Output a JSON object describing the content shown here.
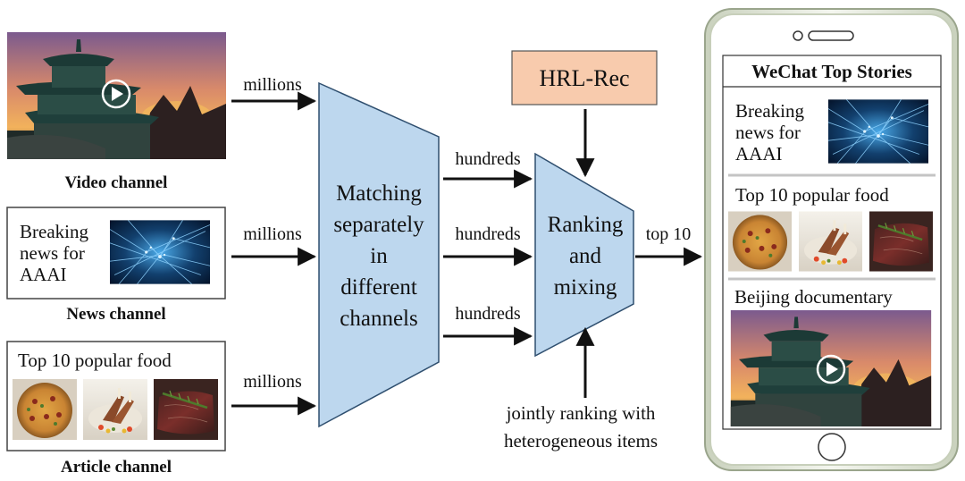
{
  "channels": {
    "video": {
      "label": "Video channel"
    },
    "news": {
      "label": "News channel",
      "card_text": [
        "Breaking",
        "news for",
        "AAAI"
      ]
    },
    "article": {
      "label": "Article channel",
      "card_text": "Top 10 popular food"
    }
  },
  "flow": {
    "input_label": "millions",
    "matching_lines": [
      "Matching",
      "separately",
      "in",
      "different",
      "channels"
    ],
    "candidates_label": "hundreds",
    "ranking_lines": [
      "Ranking",
      "and",
      "mixing"
    ],
    "output_label": "top 10",
    "hrl_rec": "HRL-Rec",
    "joint_lines": [
      "jointly ranking with",
      "heterogeneous items"
    ]
  },
  "phone": {
    "app_title": "WeChat Top Stories",
    "news_text": [
      "Breaking",
      "news for",
      "AAAI"
    ],
    "food_text": "Top 10 popular food",
    "doc_text": "Beijing documentary"
  },
  "colors": {
    "trapezoid_fill": "#bdd7ee",
    "trapezoid_stroke": "#2f4f6f",
    "hrl_fill": "#f8cbad",
    "phone_frame": "#e6ecd9",
    "arrow": "#111111"
  },
  "icons": [
    "play-icon",
    "pagoda-photo",
    "network-photo",
    "pizza-photo",
    "lamb-photo",
    "steak-photo"
  ]
}
